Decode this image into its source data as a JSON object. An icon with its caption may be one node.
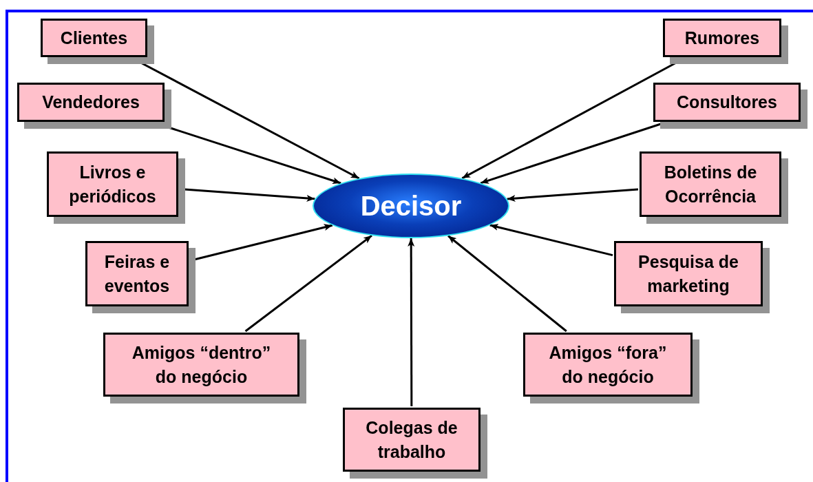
{
  "diagram": {
    "nodes": [
      {
        "text": [
          "Clientes"
        ]
      },
      {
        "text": [
          "Rumores"
        ]
      },
      {
        "text": [
          "Vendedores"
        ]
      },
      {
        "text": [
          "Consultores"
        ]
      },
      {
        "text": [
          "Livros e periódicos"
        ]
      },
      {
        "text": [
          "Decisor"
        ]
      },
      {
        "text": [
          "Boletins de Ocorrência"
        ]
      },
      {
        "text": [
          "Feiras e eventos"
        ]
      },
      {
        "text": [
          "Pesquisa de marketing"
        ]
      },
      {
        "text": [
          "Amigos “dentro” do negócio"
        ]
      },
      {
        "text": [
          "Amigos “fora” do negócio"
        ]
      },
      {
        "text": [
          "Colegas de trabalho"
        ]
      }
    ],
    "edges": [
      {
        "from": 0,
        "to": 5,
        "arrow": "to"
      },
      {
        "from": 1,
        "to": 5,
        "arrow": "to"
      },
      {
        "from": 2,
        "to": 5,
        "arrow": "to"
      },
      {
        "from": 3,
        "to": 5,
        "arrow": "to"
      },
      {
        "from": 4,
        "to": 5,
        "arrow": "to"
      },
      {
        "from": 6,
        "to": 5,
        "arrow": "to"
      },
      {
        "from": 7,
        "to": 5,
        "arrow": "to"
      },
      {
        "from": 8,
        "to": 5,
        "arrow": "to"
      },
      {
        "from": 9,
        "to": 5,
        "arrow": "to"
      },
      {
        "from": 10,
        "to": 5,
        "arrow": "to"
      },
      {
        "from": 11,
        "to": 5,
        "arrow": "to"
      }
    ]
  }
}
